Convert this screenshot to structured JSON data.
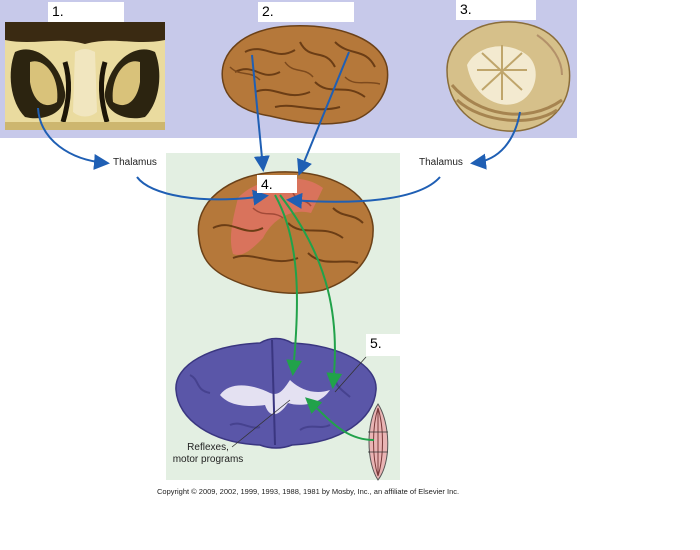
{
  "labels": {
    "box1": "1.",
    "box2": "2.",
    "box3": "3.",
    "box4": "4.",
    "box5": "5.",
    "thalamus_left": "Thalamus",
    "thalamus_right": "Thalamus",
    "reflexes_line1": "Reflexes,",
    "reflexes_line2": "motor programs",
    "copyright": "Copyright © 2009, 2002, 1999, 1993, 1988, 1981 by Mosby, Inc., an affiliate of Elsevier Inc."
  },
  "colors": {
    "top_band": "#c7c9ea",
    "center_band": "#e3efe2",
    "brain": "#b77a3c",
    "motor_cortex": "#d9735c",
    "spinal_cord": "#5a56a8",
    "arrow_blue": "#1f5fb4",
    "arrow_green": "#21a24a"
  }
}
